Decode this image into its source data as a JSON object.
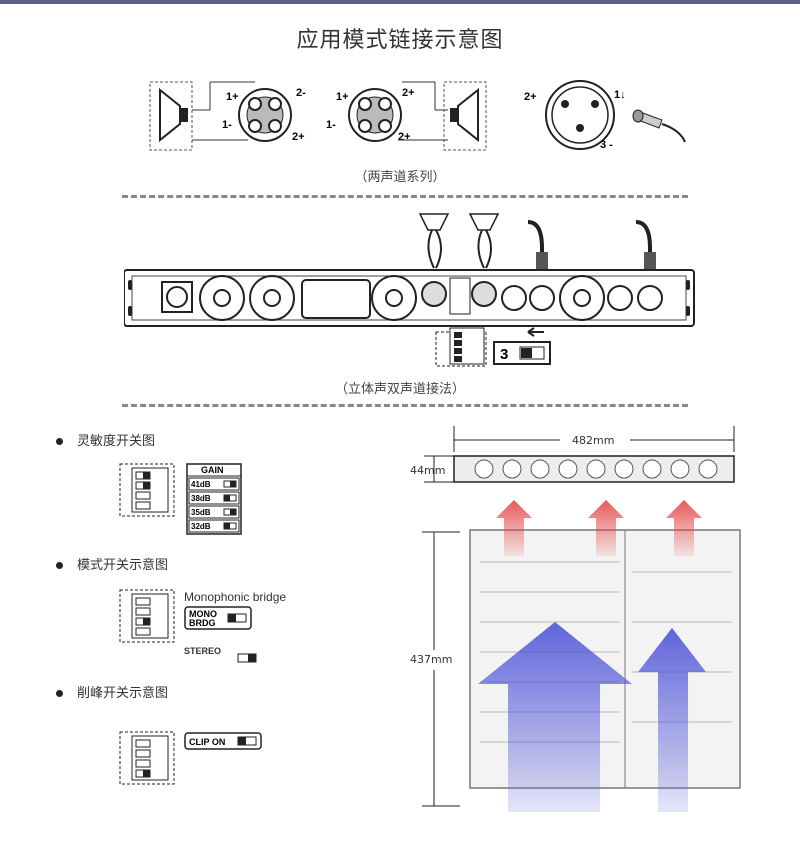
{
  "title": "应用模式链接示意图",
  "section1": {
    "caption": "（两声道系列）",
    "pin_labels": [
      "1+",
      "2-",
      "1-",
      "2+",
      "1+",
      "2+",
      "1-",
      "2+"
    ],
    "xlr_labels": [
      "2+",
      "1↓",
      "3 -"
    ]
  },
  "section2": {
    "caption": "（立体声双声道接法）",
    "switch_number": "3"
  },
  "sensitivity": {
    "heading": "灵敏度开关图",
    "gain_label": "GAIN",
    "gain_rows": [
      "41dB",
      "38dB",
      "35dB",
      "32dB"
    ]
  },
  "mode": {
    "heading": "模式开关示意图",
    "bridge_caption": "Monophonic bridge",
    "mono_label_1": "MONO",
    "mono_label_2": "BRDG",
    "stereo_label": "STEREO"
  },
  "clip": {
    "heading": "削峰开关示意图",
    "clip_label": "CLIP ON"
  },
  "dimensions": {
    "width": "482mm",
    "height": "44mm",
    "depth": "437mm"
  },
  "colors": {
    "heat_arrow": "#e33b3b",
    "air_arrow": "#4f55d8"
  }
}
